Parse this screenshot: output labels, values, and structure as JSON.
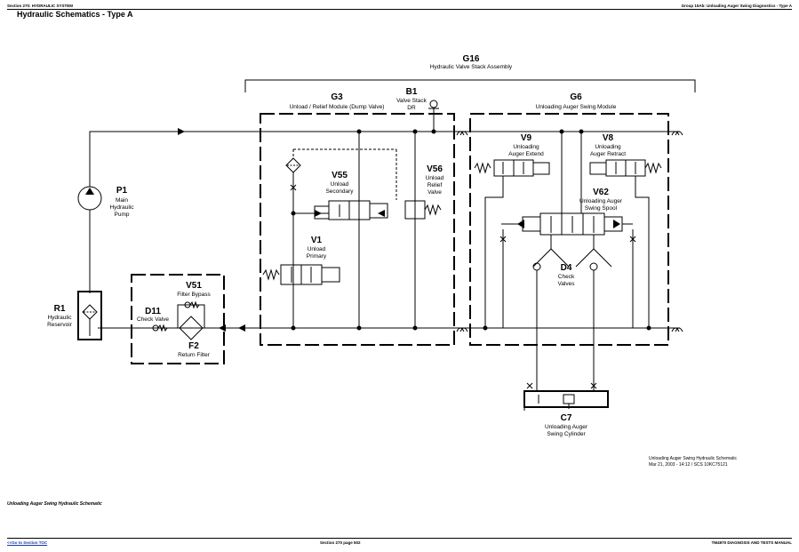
{
  "header": {
    "left": "Section 270: HYDRAULIC SYSTEM",
    "right": "Group 15Ab: Unloading Auger Swing Diagnostics - Type A"
  },
  "page_title": "Hydraulic Schematics - Type A",
  "diagram": {
    "G16": {
      "id": "G16",
      "name": "Hydraulic Valve Stack Assembly"
    },
    "G3": {
      "id": "G3",
      "name": "Unload / Relief Module (Dump Valve)"
    },
    "B1": {
      "id": "B1",
      "line1": "Valve Stack",
      "line2": "DR"
    },
    "G6": {
      "id": "G6",
      "name": "Unloading Auger Swing Module"
    },
    "V9": {
      "id": "V9",
      "line1": "Unloading",
      "line2": "Auger Extend"
    },
    "V8": {
      "id": "V8",
      "line1": "Unloading",
      "line2": "Auger Retract"
    },
    "V62": {
      "id": "V62",
      "line1": "Unloading Auger",
      "line2": "Swing Spool"
    },
    "V55": {
      "id": "V55",
      "line1": "Unload",
      "line2": "Secondary"
    },
    "V56": {
      "id": "V56",
      "line1": "Unload",
      "line2": "Relief",
      "line3": "Valve"
    },
    "P1": {
      "id": "P1",
      "line1": "Main",
      "line2": "Hydraulic",
      "line3": "Pump"
    },
    "V1": {
      "id": "V1",
      "line1": "Unload",
      "line2": "Primary"
    },
    "V51": {
      "id": "V51",
      "name": "Filter Bypass"
    },
    "D11": {
      "id": "D11",
      "name": "Check Valve"
    },
    "R1": {
      "id": "R1",
      "line1": "Hydraulic",
      "line2": "Reservoir"
    },
    "F2": {
      "id": "F2",
      "name": "Return Filter"
    },
    "D4": {
      "id": "D4",
      "line1": "Check",
      "line2": "Valves"
    },
    "C7": {
      "id": "C7",
      "line1": "Unloading Auger",
      "line2": "Swing Cylinder"
    },
    "figure_note": {
      "line1": "Unloading Auger Swing Hydraulic Schematic",
      "line2": "Mar 21, 2003  -  14:12 / SCS 10KC75121"
    }
  },
  "caption": "Unloading Auger Swing Hydraulic Schematic",
  "footer": {
    "left": "<<Go to Section TOC",
    "center": "Section 270 page 502",
    "right": "TM4970 DIAGNOSIS AND TESTS MANUAL"
  }
}
